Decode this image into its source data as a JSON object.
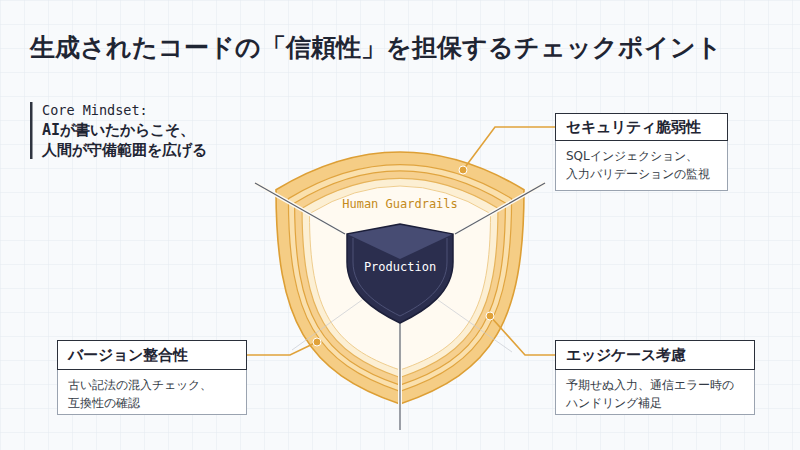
{
  "diagram": {
    "title": "生成されたコードの「信頼性」を担保するチェックポイント",
    "nodes": [
      {
        "text": [
          "セキュリティ脆弱性",
          "SQLインジェクション、 入力バリデーションの監視"
        ]
      },
      {
        "text": [
          "Human Guardrails"
        ]
      },
      {
        "text": [
          "Production"
        ],
        "in": 1
      },
      {
        "text": [
          "バージョン整合性",
          "古い記法の混入チェック、 互換性の確認"
        ]
      },
      {
        "text": [
          "エッジケース考慮",
          "予期せぬ入力、通信エラー時の ハンドリング補足"
        ]
      }
    ],
    "edges": [
      {
        "from": 0,
        "to": 1,
        "arrow": "none"
      },
      {
        "from": 3,
        "to": 1,
        "arrow": "none"
      },
      {
        "from": 4,
        "to": 1,
        "arrow": "none"
      }
    ],
    "labels": [
      "Core Mindset:",
      "AIが書いたからこそ、 人間が守備範囲を広げる"
    ]
  }
}
